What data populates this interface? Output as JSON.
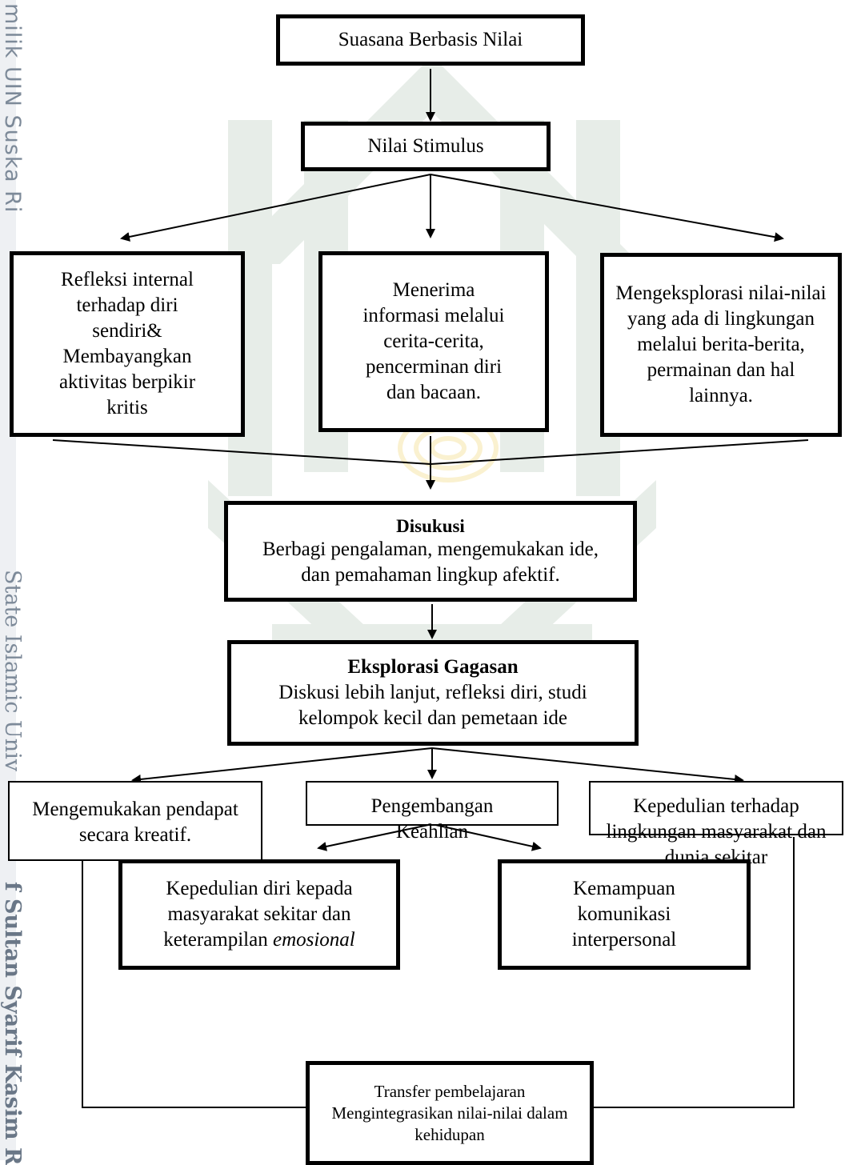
{
  "sidebar": {
    "t1": "milik UIN Suska Ri",
    "t2": "State Islamic Univ",
    "t3": "f Sultan Syarif Kasim R"
  },
  "nodes": {
    "n1": "Suasana Berbasis Nilai",
    "n2": "Nilai Stimulus",
    "n3": "Refleksi internal terhadap diri sendiri& Membayangkan aktivitas berpikir kritis",
    "n4": "Menerima informasi melalui cerita-cerita, pencerminan diri dan bacaan.",
    "n5": "Mengeksplorasi nilai-nilai yang ada di lingkungan melalui berita-berita, permainan dan hal lainnya.",
    "n6_title": "Disukusi",
    "n6_body": "Berbagi pengalaman, mengemukakan ide, dan pemahaman lingkup afektif.",
    "n7_title": "Eksplorasi Gagasan",
    "n7_body": "Diskusi lebih lanjut, refleksi diri, studi kelompok kecil dan pemetaan ide",
    "n8": "Mengemukakan pendapat secara kreatif.",
    "n9": "Pengembangan Keahlian",
    "n10": "Kepedulian terhadap lingkungan masyarakat dan dunia sekitar",
    "n11_text": "Kepedulian diri kepada masyarakat sekitar dan keterampilan",
    "n11_italic": "emosional",
    "n12": "Kemampuan komunikasi interpersonal",
    "n13": "Transfer pembelajaran Mengintegrasikan nilai-nilai dalam kehidupan"
  },
  "colors": {
    "border": "#000000",
    "watermark_green": "#e7ede8",
    "watermark_yellow": "#faf1d0",
    "sidebar_text": "#7d8a99"
  }
}
